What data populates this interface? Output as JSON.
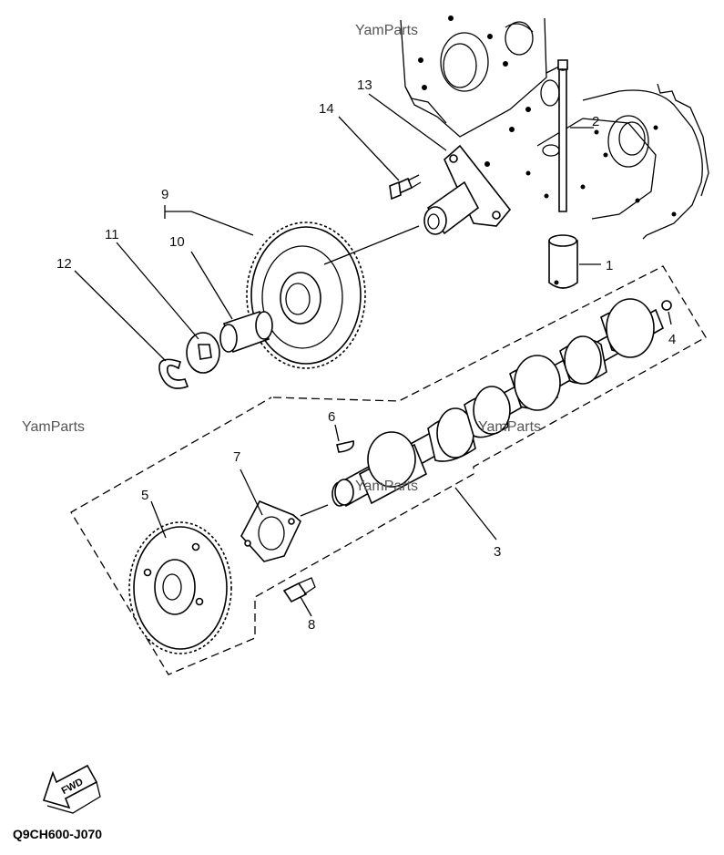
{
  "watermarks": [
    "YamParts",
    "YamParts",
    "YamParts",
    "YamParts"
  ],
  "callouts": {
    "c1": "1",
    "c2": "2",
    "c3": "3",
    "c4": "4",
    "c5": "5",
    "c6": "6",
    "c7": "7",
    "c8": "8",
    "c9": "9",
    "c10": "10",
    "c11": "11",
    "c12": "12",
    "c13": "13",
    "c14": "14"
  },
  "drawing_code": "Q9CH600-J070",
  "direction_badge": "FWD"
}
